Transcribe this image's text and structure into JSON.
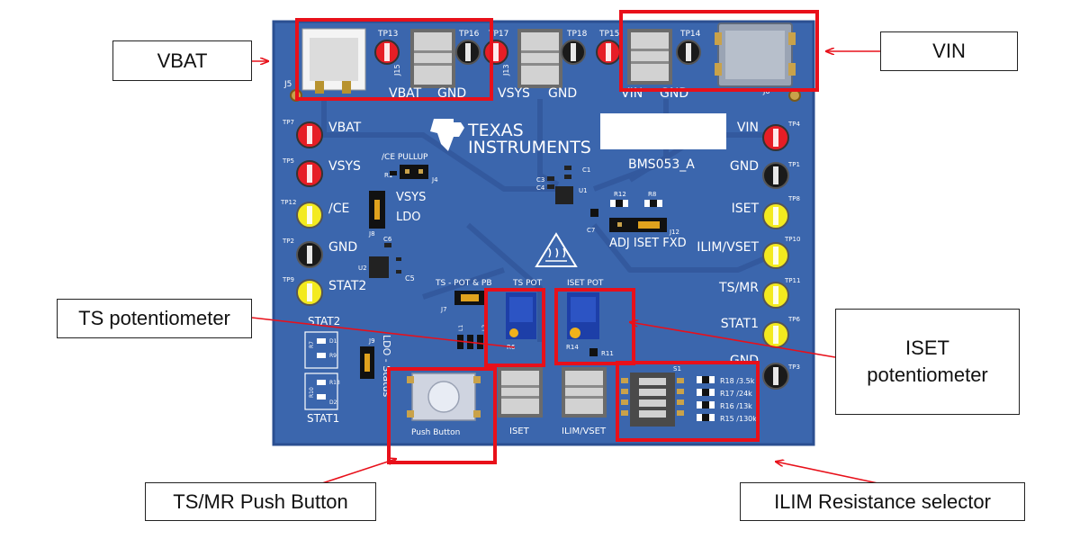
{
  "callouts": {
    "vbat": "VBAT",
    "vin": "VIN",
    "ts_pot": "TS potentiometer",
    "iset_pot_line1": "ISET",
    "iset_pot_line2": "potentiometer",
    "push_button": "TS/MR Push Button",
    "ilim_selector": "ILIM Resistance selector"
  },
  "board": {
    "name": "BMS053_A",
    "logo_line1": "TEXAS",
    "logo_line2": "INSTRUMENTS",
    "top_header_labels": [
      "VBAT",
      "GND",
      "VSYS",
      "GND",
      "VIN",
      "GND"
    ],
    "top_tp_labels": [
      "TP13",
      "TP16",
      "TP17",
      "TP18",
      "TP15",
      "TP14"
    ],
    "connector_labels": [
      "J5",
      "J15",
      "J13",
      "J6"
    ],
    "left_pins": [
      {
        "tp": "TP7",
        "label": "VBAT",
        "color": "red"
      },
      {
        "tp": "TP5",
        "label": "VSYS",
        "color": "red"
      },
      {
        "tp": "TP12",
        "label": "/CE",
        "color": "yellow"
      },
      {
        "tp": "TP2",
        "label": "GND",
        "color": "black"
      },
      {
        "tp": "TP9",
        "label": "STAT2",
        "color": "yellow"
      }
    ],
    "right_pins": [
      {
        "tp": "TP4",
        "label": "VIN",
        "color": "red"
      },
      {
        "tp": "TP1",
        "label": "GND",
        "color": "black"
      },
      {
        "tp": "TP8",
        "label": "ISET",
        "color": "yellow"
      },
      {
        "tp": "TP10",
        "label": "ILIM/VSET",
        "color": "yellow"
      },
      {
        "tp": "TP11",
        "label": "TS/MR",
        "color": "yellow"
      },
      {
        "tp": "TP6",
        "label": "STAT1",
        "color": "yellow"
      },
      {
        "tp": "TP3",
        "label": "GND",
        "color": "black"
      }
    ],
    "ce_pullup": "/CE PULLUP",
    "vsys_label": "VSYS",
    "ldo_label": "LDO",
    "ts_pot_pb": "TS - POT & PB",
    "ts_pot": "TS POT",
    "iset_pot": "ISET POT",
    "adj_iset_fxd": "ADJ ISET FXD",
    "stat2": "STAT2",
    "stat1": "STAT1",
    "ldo_status": "LDO - Status",
    "push_button": "Push Button",
    "iset": "ISET",
    "ilim_vset": "ILIM/VSET",
    "resistor_values": [
      "R18 /3.5k",
      "R17 /24k",
      "R16 /13k",
      "R15 /130k"
    ],
    "ref_des": [
      "J7",
      "J8",
      "J9",
      "J4",
      "J12",
      "U1",
      "U2",
      "S1",
      "R6",
      "R14",
      "R11",
      "R12",
      "R8",
      "R1",
      "C1",
      "C3",
      "C4",
      "C5",
      "C6",
      "C7",
      "D1",
      "D2",
      "R9",
      "R10",
      "R13",
      "R7",
      "L1",
      "L2"
    ]
  },
  "colors": {
    "board": "#3b66ad",
    "board_dark": "#2b4f91",
    "highlight": "#e8101a",
    "tp_red": "#e61e26",
    "tp_yellow": "#f3ea1f",
    "tp_black": "#1a1a1a",
    "pot_blue": "#1d3fa8",
    "silk": "#ffffff"
  }
}
